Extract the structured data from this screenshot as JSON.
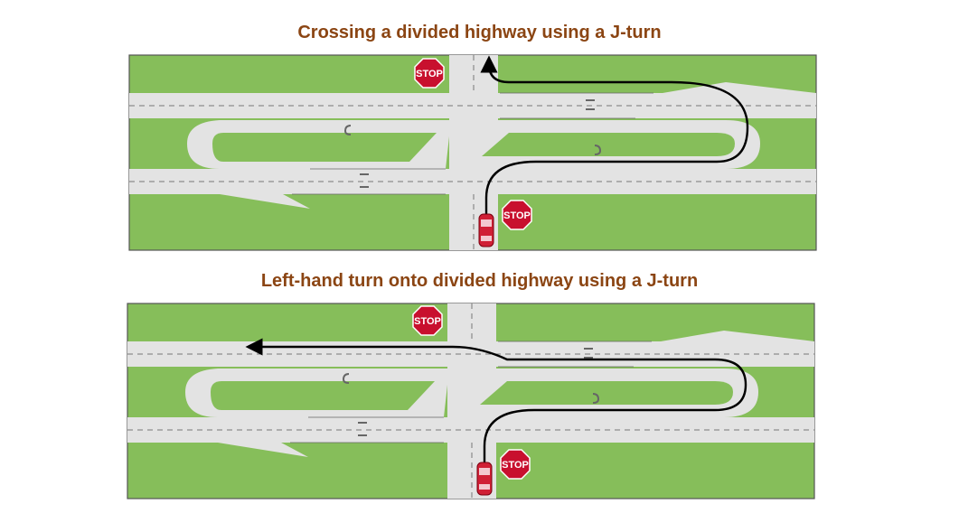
{
  "diagrams": [
    {
      "title": "Crossing a divided highway using a J-turn",
      "stop_signs": [
        "STOP",
        "STOP"
      ],
      "movement": "crossing"
    },
    {
      "title": "Left-hand turn onto divided highway using a J-turn",
      "stop_signs": [
        "STOP",
        "STOP"
      ],
      "movement": "left-turn"
    }
  ],
  "colors": {
    "title": "#8B4513",
    "grass": "#86BE5A",
    "road": "#E3E3E3",
    "stop_sign": "#C8102E",
    "car": "#D01F35",
    "path": "#000000"
  }
}
